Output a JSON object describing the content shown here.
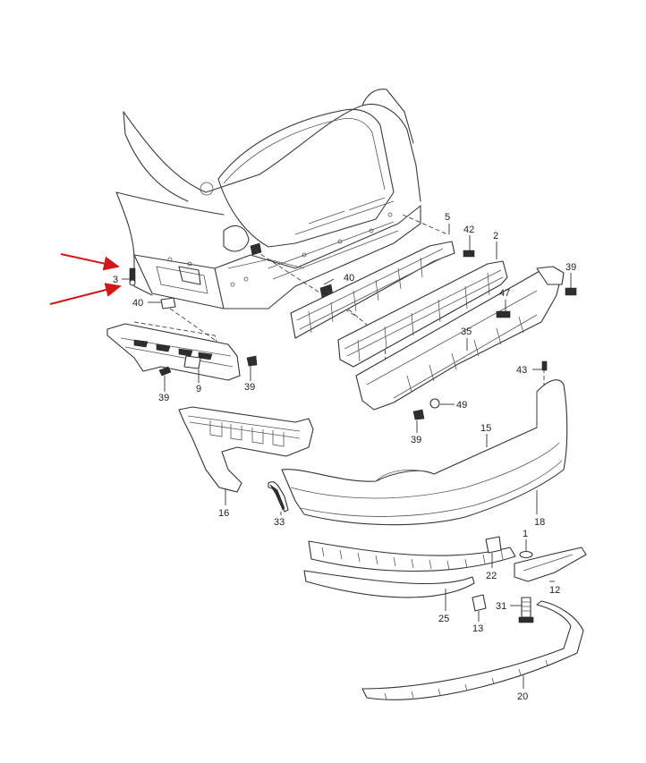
{
  "callouts": {
    "p1": "1",
    "p2": "2",
    "p3": "3",
    "p5": "5",
    "p9": "9",
    "p12": "12",
    "p13": "13",
    "p15": "15",
    "p16": "16",
    "p18": "18",
    "p20": "20",
    "p22": "22",
    "p25": "25",
    "p31": "31",
    "p33": "33",
    "p35": "35",
    "p39a": "39",
    "p39b": "39",
    "p39c": "39",
    "p39d": "39",
    "p40a": "40",
    "p40b": "40",
    "p42": "42",
    "p43": "43",
    "p47": "47",
    "p49": "49"
  },
  "colors": {
    "line": "#3a3a3a",
    "highlight_arrow": "#d01818",
    "background": "#ffffff"
  }
}
